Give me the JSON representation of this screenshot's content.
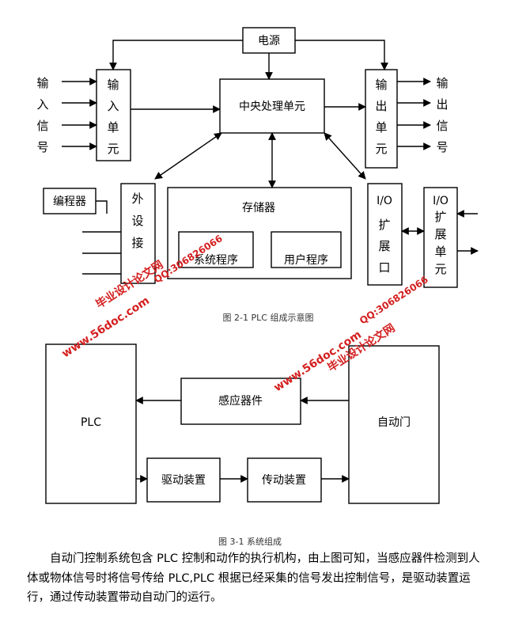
{
  "figure1": {
    "power": "电源",
    "cpu": "中央处理单元",
    "input_unit": "输入单元",
    "output_unit": "输出单元",
    "input_signal": "输入信号",
    "output_signal": "输出信号",
    "programmer": "编程器",
    "peripheral_interface": "外设接",
    "memory": "存储器",
    "system_program": "系统程序",
    "user_program": "用户程序",
    "io_label": "I/O",
    "io_port": "扩展口",
    "io_unit": "扩展单元",
    "caption": "图 2-1 PLC 组成示意图"
  },
  "figure2": {
    "plc": "PLC",
    "sensor": "感应器件",
    "door": "自动门",
    "drive": "驱动装置",
    "transmission": "传动装置",
    "caption": "图 3-1 系统组成"
  },
  "watermark": {
    "site": "www.56doc.com",
    "name": "毕业设计论文网",
    "qq": "QQ:306826066"
  },
  "paragraph": "自动门控制系统包含 PLC 控制和动作的执行机构，由上图可知，当感应器件检测到人体或物体信号时将信号传给 PLC,PLC 根据已经采集的信号发出控制信号，是驱动装置运行，通过传动装置带动自动门的运行。"
}
